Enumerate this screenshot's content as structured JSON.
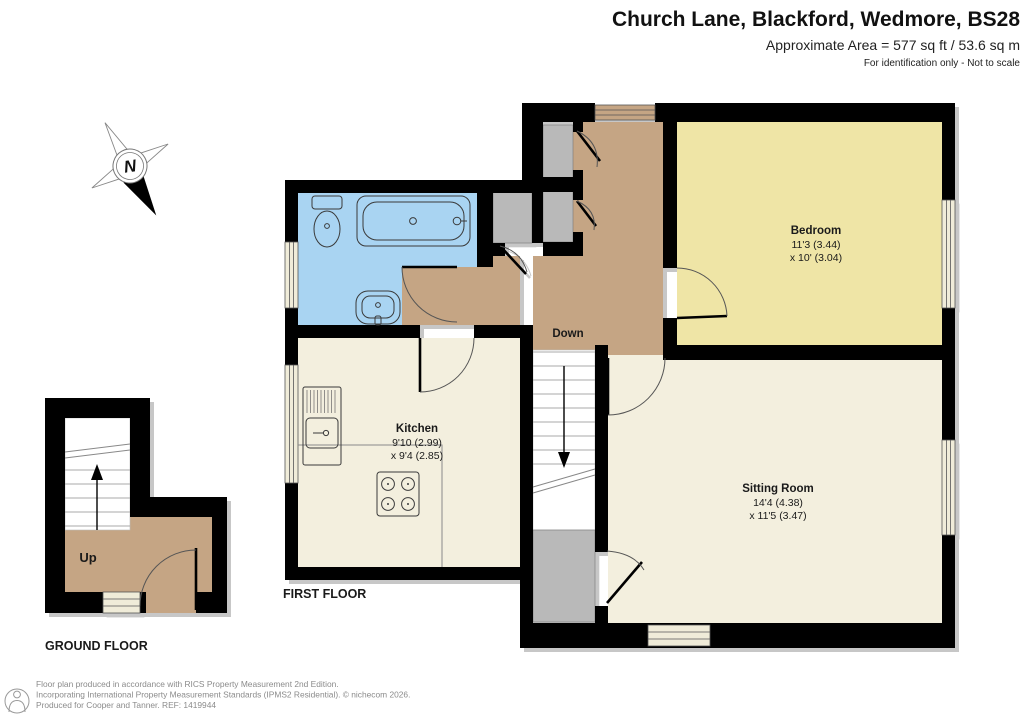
{
  "header": {
    "title": "Church Lane, Blackford, Wedmore, BS28",
    "area": "Approximate Area = 577 sq ft / 53.6 sq m",
    "note": "For identification only - Not to scale"
  },
  "compass": {
    "north_label": "N"
  },
  "floors": {
    "first": {
      "label": "FIRST FLOOR",
      "stairs_label": "Down",
      "rooms": [
        {
          "name": "Bedroom",
          "dim1": "11'3 (3.44)",
          "dim2": "x 10' (3.04)"
        },
        {
          "name": "Kitchen",
          "dim1": "9'10 (2.99)",
          "dim2": "x 9'4 (2.85)"
        },
        {
          "name": "Sitting Room",
          "dim1": "14'4 (4.38)",
          "dim2": "x 11'5 (3.47)"
        }
      ]
    },
    "ground": {
      "label": "GROUND FLOOR",
      "stairs_label": "Up"
    }
  },
  "footer": {
    "line1": "Floor plan produced in accordance with RICS Property Measurement 2nd Edition.",
    "line2": "Incorporating International Property Measurement Standards (IPMS2 Residential).   © nichecom 2026.",
    "line3": "Produced for Cooper and Tanner.    REF: 1419944"
  },
  "colors": {
    "wall": "#000000",
    "bathroom": "#a9d4f2",
    "fixture": "#bfe0f8",
    "bedroom": "#efe5a6",
    "living": "#f3efde",
    "landing": "#c5a584",
    "cupboard": "#b9b9b9",
    "window": "#f0ecd9"
  }
}
